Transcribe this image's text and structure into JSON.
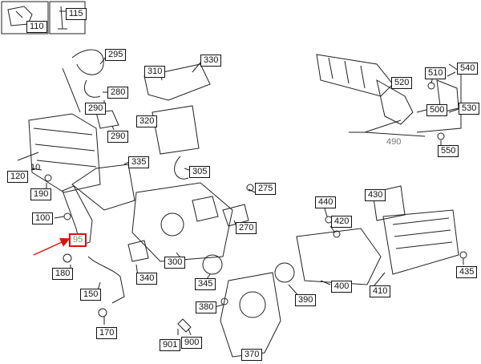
{
  "diagram": {
    "part_labels": [
      "110",
      "115",
      "295",
      "330",
      "310",
      "280",
      "290",
      "290",
      "320",
      "510",
      "540",
      "520",
      "500",
      "530",
      "490",
      "550",
      "10",
      "120",
      "190",
      "100",
      "95",
      "335",
      "305",
      "275",
      "440",
      "430",
      "420",
      "270",
      "300",
      "345",
      "340",
      "390",
      "400",
      "410",
      "435",
      "180",
      "150",
      "380",
      "170",
      "901",
      "900",
      "370"
    ],
    "highlighted_part": "95",
    "colors": {
      "highlight_border": "#e01010",
      "arrow": "#e01010",
      "highlight_text": "#6a9a6a",
      "line_art": "#222222"
    }
  }
}
